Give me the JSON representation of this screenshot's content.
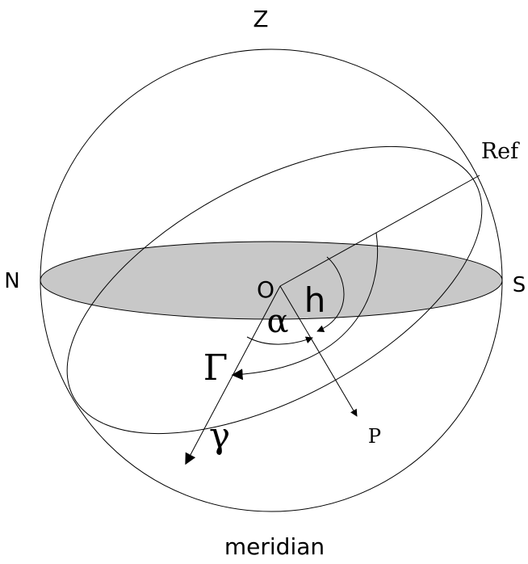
{
  "labels": {
    "zenith": "Z",
    "north": "N",
    "south": "S",
    "origin": "O",
    "reference": "Ref",
    "altitude": "h",
    "alpha": "α",
    "gamma_upper": "Γ",
    "gamma_lower": "γ",
    "point": "P",
    "meridian": "meridian"
  },
  "colors": {
    "horizon_plane_fill": "#c8c8c8",
    "stroke": "#000000",
    "background": "#ffffff"
  }
}
